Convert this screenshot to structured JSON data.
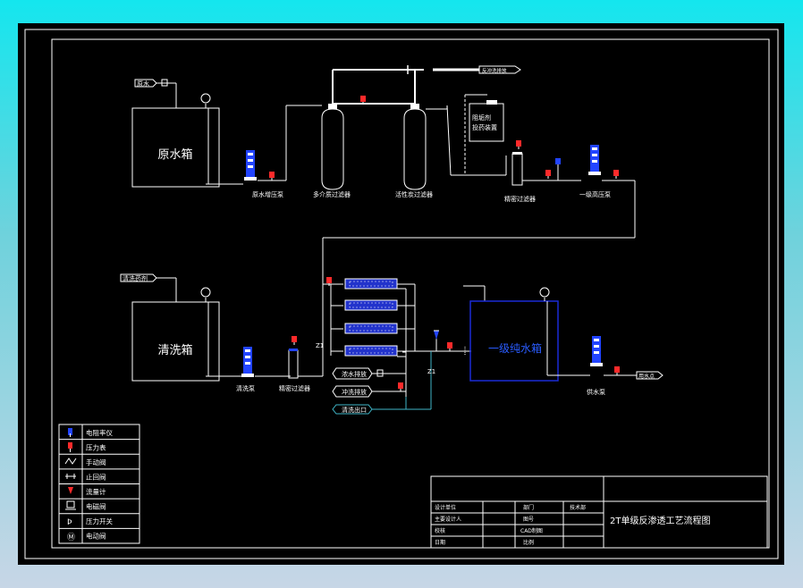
{
  "diagram": {
    "title": "2T单级反渗透工艺流程图",
    "tanks": {
      "raw": "原水箱",
      "clean": "清洗箱",
      "pure": "一级纯水箱"
    },
    "inlets": {
      "raw_water": "原水",
      "cleaning_agent": "清洗药剂"
    },
    "equipment": {
      "raw_pump": "原水增压泵",
      "multi_filter": "多介质过滤器",
      "carbon_filter": "活性炭过滤器",
      "dosing": "阻垢剂",
      "dosing_2": "投药装置",
      "precision_filter": "精密过滤器",
      "hp_pump": "一级高压泵",
      "clean_pump": "清洗泵",
      "clean_filter": "精密过滤器",
      "supply_pump": "供水泵"
    },
    "outlets": {
      "top_drain": "反冲洗排放",
      "concentrate": "浓水排放",
      "flush": "冲洗排放",
      "clean_return": "清洗出口",
      "use": "用水点"
    },
    "valve_marks": {
      "a": "Z1",
      "b": "Z1"
    },
    "legend": [
      {
        "label": "电阻率仪",
        "icon": "resistivity-meter-icon"
      },
      {
        "label": "压力表",
        "icon": "pressure-gauge-icon"
      },
      {
        "label": "手动阀",
        "icon": "manual-valve-icon"
      },
      {
        "label": "止回阀",
        "icon": "check-valve-icon"
      },
      {
        "label": "流量计",
        "icon": "flow-meter-icon"
      },
      {
        "label": "电磁阀",
        "icon": "solenoid-valve-icon"
      },
      {
        "label": "压力开关",
        "icon": "pressure-switch-icon"
      },
      {
        "label": "电动阀",
        "icon": "electric-valve-icon"
      }
    ],
    "title_block": {
      "r1c1": "设计单位",
      "r1c2": "部门",
      "r1c3": "技术部",
      "r2c1": "主要设计人",
      "r2c2": "图号",
      "r3c1": "校核",
      "r3c2": "CAD制图",
      "r4c1": "日期",
      "r4c2": "比例"
    },
    "colors": {
      "line": "#ffffff",
      "pure_tank": "#1a2bd6",
      "pure_label": "#2a5cff",
      "drain_pipe": "#3fb6c8",
      "pump": "#2244ff",
      "gauge": "#ff2a2a"
    }
  }
}
